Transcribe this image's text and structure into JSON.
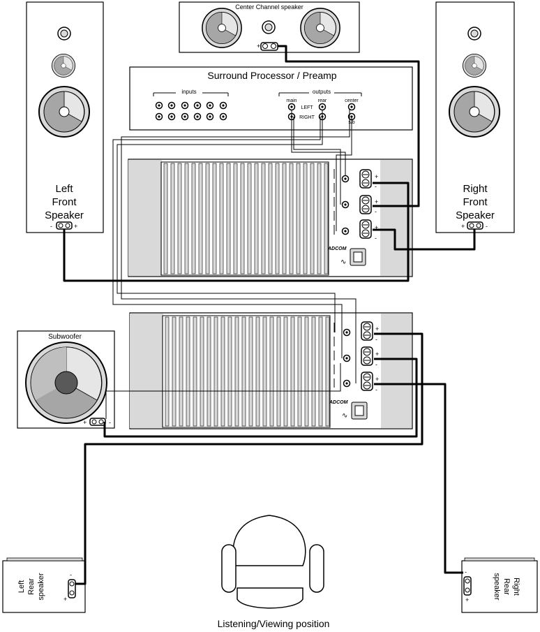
{
  "title_bottom": "Listening/Viewing position",
  "center_speaker": {
    "label": "Center Channel speaker",
    "plus": "+",
    "minus": "-"
  },
  "preamp": {
    "title": "Surround Processor / Preamp",
    "inputs_label": "inputs",
    "outputs_label": "outputs",
    "main_label": "main",
    "rear_label": "rear",
    "center_label": "center",
    "left_label": "LEFT",
    "right_label": "RIGHT",
    "sub_label": "s/b"
  },
  "left_front": {
    "line1": "Left",
    "line2": "Front",
    "line3": "Speaker",
    "minus": "-",
    "plus": "+"
  },
  "right_front": {
    "line1": "Right",
    "line2": "Front",
    "line3": "Speaker",
    "plus": "+",
    "minus": "-"
  },
  "amp_brand": "ADCOM",
  "subwoofer": {
    "label": "Subwoofer",
    "plus": "+",
    "minus": "-"
  },
  "left_rear": {
    "line1": "Left",
    "line2": "Rear",
    "line3": "speaker",
    "plus": "+",
    "minus": "-"
  },
  "right_rear": {
    "line1": "Right",
    "line2": "Rear",
    "line3": "speaker",
    "plus": "+",
    "minus": "-"
  },
  "terminal_plus": "+",
  "terminal_minus": "-",
  "colors": {
    "cabinet_fill": "#ffffff",
    "panel_gray": "#d9d9d9",
    "cone_gray": "#a6a6a6",
    "cone_light": "#e0e0e0",
    "dust_cap": "#595959",
    "wire": "#000000"
  }
}
